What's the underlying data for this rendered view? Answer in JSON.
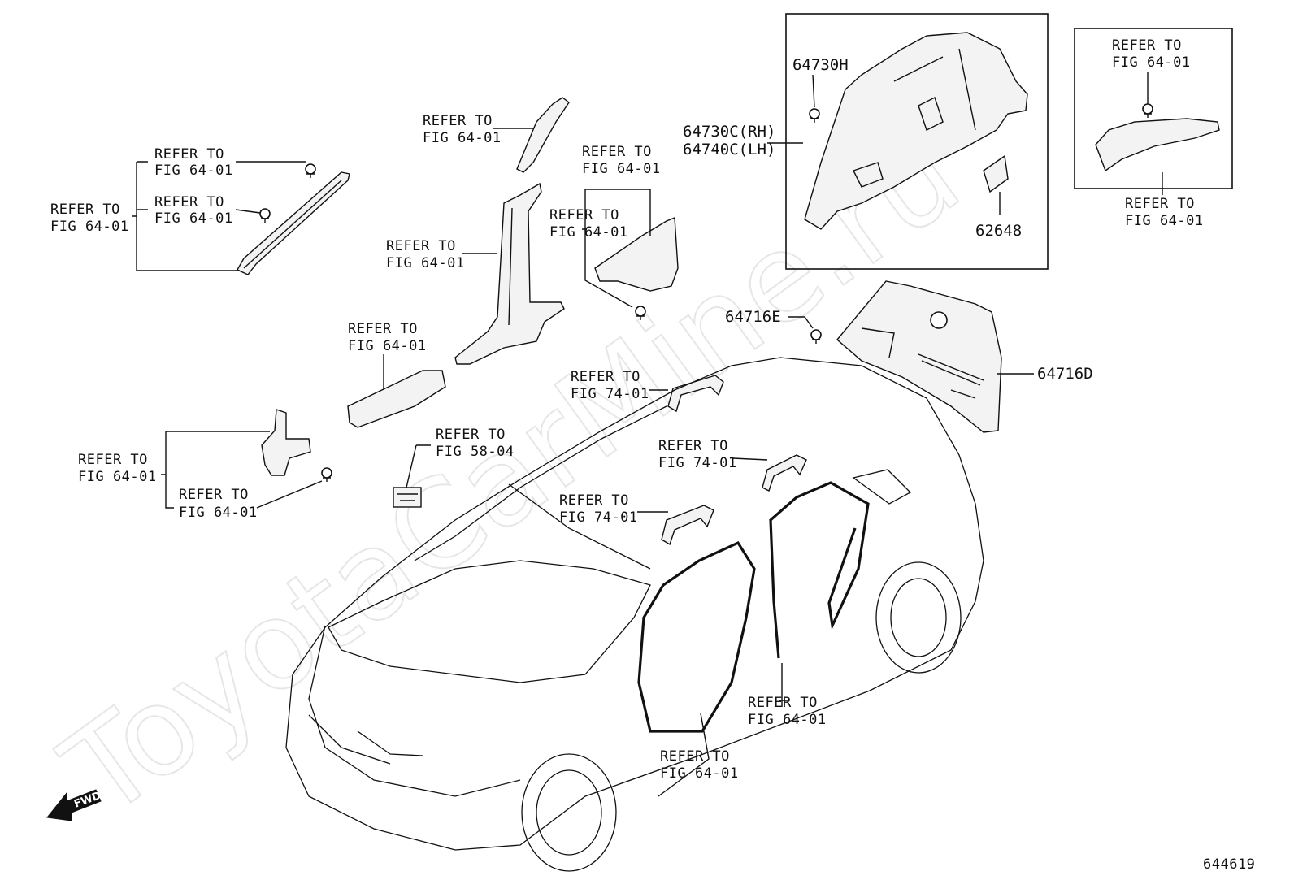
{
  "labels": {
    "refer_a_l1": "REFER TO",
    "refer_a_l2": "FIG 64-01",
    "refer_b_l1": "REFER TO",
    "refer_b_l2": "FIG 64-01",
    "refer_c_l1": "REFER TO",
    "refer_c_l2": "FIG 64-01",
    "refer_d_l1": "REFER TO",
    "refer_d_l2": "FIG 64-01",
    "refer_e_l1": "REFER TO",
    "refer_e_l2": "FIG 64-01",
    "refer_f_l1": "REFER TO",
    "refer_f_l2": "FIG 64-01",
    "refer_g_l1": "REFER TO",
    "refer_g_l2": "FIG 64-01",
    "refer_h_l1": "REFER TO",
    "refer_h_l2": "FIG 64-01",
    "refer_i_l1": "REFER TO",
    "refer_i_l2": "FIG 64-01",
    "refer_j_l1": "REFER TO",
    "refer_j_l2": "FIG 64-01",
    "refer_k_l1": "REFER TO",
    "refer_k_l2": "FIG 58-04",
    "refer_l_l1": "REFER TO",
    "refer_l_l2": "FIG 74-01",
    "refer_m_l1": "REFER TO",
    "refer_m_l2": "FIG 74-01",
    "refer_n_l1": "REFER TO",
    "refer_n_l2": "FIG 74-01",
    "refer_o_l1": "REFER TO",
    "refer_o_l2": "FIG 64-01",
    "refer_p_l1": "REFER TO",
    "refer_p_l2": "FIG 64-01",
    "refer_q_l1": "REFER TO",
    "refer_q_l2": "FIG 64-01",
    "refer_r_l1": "REFER TO",
    "refer_r_l2": "FIG 64-01",
    "part_64730H": "64730H",
    "part_64730C": "64730C(RH)",
    "part_64740C": "64740C(LH)",
    "part_62648": "62648",
    "part_64716E": "64716E",
    "part_64716D": "64716D",
    "fwd": "FWD",
    "figure_number": "644619"
  },
  "watermark": "ToyotaCarMine.ru",
  "colors": {
    "line": "#111111",
    "background": "#ffffff",
    "watermark": "#e6e6e6"
  }
}
